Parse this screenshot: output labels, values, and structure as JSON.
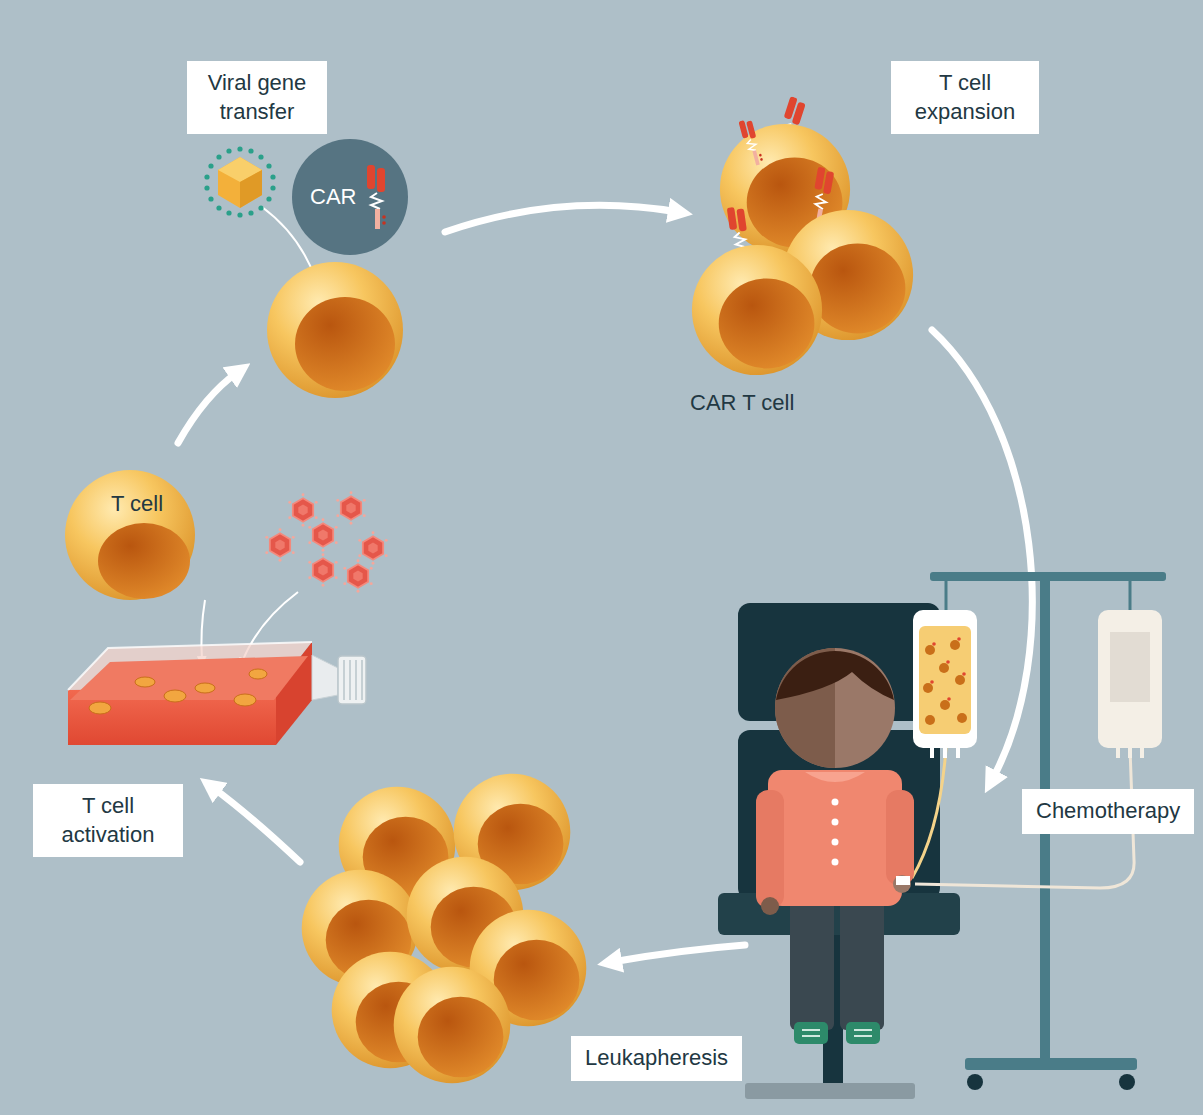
{
  "diagram": {
    "nodes": [
      {
        "text": [
          "Viral gene transfer"
        ]
      },
      {
        "text": [
          "CAR"
        ]
      },
      {
        "text": [
          "T cell expansion"
        ]
      },
      {
        "text": [
          "T cell"
        ]
      },
      {
        "text": [
          "T cell activation"
        ]
      },
      {
        "text": [
          "Chemotherapy"
        ]
      },
      {
        "text": [
          "Leukapheresis"
        ]
      }
    ],
    "labels": [
      "CAR T cell"
    ]
  }
}
